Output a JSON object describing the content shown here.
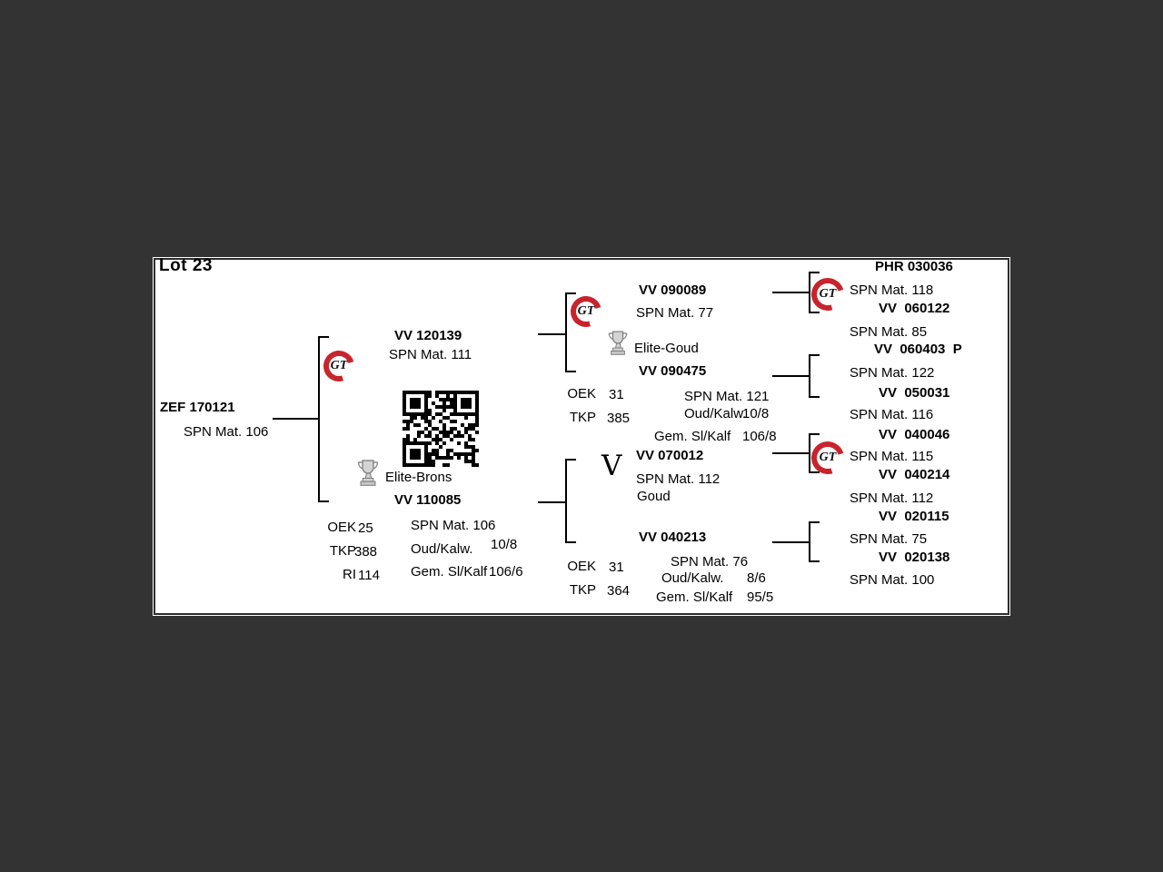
{
  "colors": {
    "background": "#333333",
    "panel": "#ffffff",
    "logo_red": "#c8242c",
    "line": "#000000"
  },
  "panel": {
    "lot_title": "Lot 23"
  },
  "logo_text": "GT",
  "subject": {
    "name": "ZEF 170121",
    "spn": "SPN Mat. 106"
  },
  "sire": {
    "name": "VV 120139",
    "spn": "SPN Mat. 111"
  },
  "dam": {
    "award": "Elite-Brons",
    "name": "VV 110085",
    "spn": "SPN Mat. 106",
    "oud_label": "Oud/Kalw.",
    "oud_value": "10/8",
    "gem_label": "Gem. Sl/Kalf",
    "gem_value": "106/6",
    "stats": {
      "oek_label": "OEK",
      "oek_value": "25",
      "tkp_label": "TKP",
      "tkp_value": "388",
      "ri_label": "RI",
      "ri_value": "114"
    }
  },
  "sire_sire": {
    "name": "VV 090089",
    "spn": "SPN Mat. 77"
  },
  "sire_dam": {
    "award": "Elite-Goud",
    "name": "VV 090475",
    "spn": "SPN Mat. 121",
    "oud_label": "Oud/Kalw.",
    "oud_value": "10/8",
    "gem_label": "Gem. Sl/Kalf",
    "gem_value": "106/8",
    "stats": {
      "oek_label": "OEK",
      "oek_value": "31",
      "tkp_label": "TKP",
      "tkp_value": "385"
    }
  },
  "dam_sire": {
    "mark": "V",
    "name": "VV 070012",
    "spn": "SPN Mat. 112",
    "award": "Goud"
  },
  "dam_dam": {
    "name": "VV 040213",
    "spn": "SPN Mat. 76",
    "oud_label": "Oud/Kalw.",
    "oud_value": "8/6",
    "gem_label": "Gem. Sl/Kalf",
    "gem_value": "95/5",
    "stats": {
      "oek_label": "OEK",
      "oek_value": "31",
      "tkp_label": "TKP",
      "tkp_value": "364"
    }
  },
  "ggp": [
    {
      "name": "PHR 030036",
      "spn": "SPN Mat. 118"
    },
    {
      "name": "VV  060122",
      "spn": "SPN Mat. 85"
    },
    {
      "name": "VV  060403  P",
      "spn": "SPN Mat. 122"
    },
    {
      "name": "VV  050031",
      "spn": "SPN Mat. 116"
    },
    {
      "name": "VV  040046",
      "spn": "SPN Mat. 115"
    },
    {
      "name": "VV  040214",
      "spn": "SPN Mat. 112"
    },
    {
      "name": "VV  020115",
      "spn": "SPN Mat. 75"
    },
    {
      "name": "VV  020138",
      "spn": "SPN Mat. 100"
    }
  ]
}
